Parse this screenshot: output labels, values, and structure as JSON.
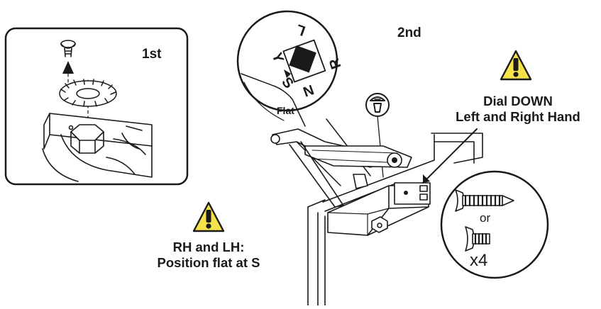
{
  "steps": {
    "first_label": "1st",
    "second_label": "2nd"
  },
  "dial": {
    "letters": [
      "L",
      "R",
      "N",
      "S",
      "Y"
    ],
    "flat_label": "Flat"
  },
  "warnings": {
    "right_line1": "Dial DOWN",
    "right_line2": "Left and Right Hand",
    "left_line1": "RH and LH:",
    "left_line2": "Position flat at S",
    "icon_colors": {
      "fill": "#f5e24a",
      "stroke": "#1a1a1a"
    }
  },
  "screws": {
    "or_label": "or",
    "qty_label": "x4"
  }
}
